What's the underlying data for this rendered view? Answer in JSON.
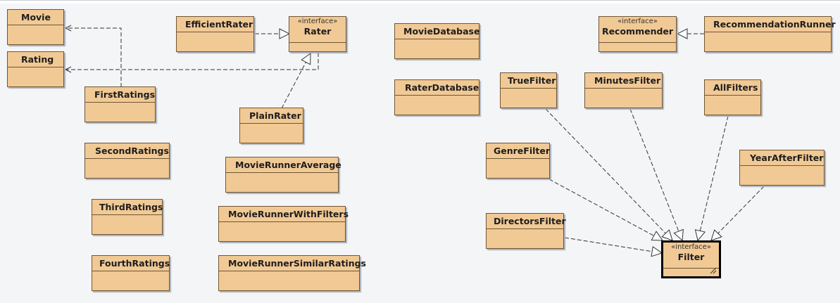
{
  "diagram": {
    "colors": {
      "fill": "#f1c995",
      "border": "#6f5634",
      "edge": "#333333",
      "background": "#f4f5f7"
    },
    "stereotype_interface": "«interface»",
    "classes": {
      "movie": "Movie",
      "rating": "Rating",
      "efficient_rater": "EfficientRater",
      "rater": "Rater",
      "movie_database": "MovieDatabase",
      "recommender": "Recommender",
      "recommendation_runner": "RecommendationRunner",
      "first_ratings": "FirstRatings",
      "plain_rater": "PlainRater",
      "rater_database": "RaterDatabase",
      "true_filter": "TrueFilter",
      "minutes_filter": "MinutesFilter",
      "all_filters": "AllFilters",
      "second_ratings": "SecondRatings",
      "movie_runner_average": "MovieRunnerAverage",
      "genre_filter": "GenreFilter",
      "year_after_filter": "YearAfterFilter",
      "third_ratings": "ThirdRatings",
      "movie_runner_with_filters": "MovieRunnerWithFilters",
      "directors_filter": "DirectorsFilter",
      "filter": "Filter",
      "fourth_ratings": "FourthRatings",
      "movie_runner_similar_ratings": "MovieRunnerSimilarRatings"
    }
  }
}
